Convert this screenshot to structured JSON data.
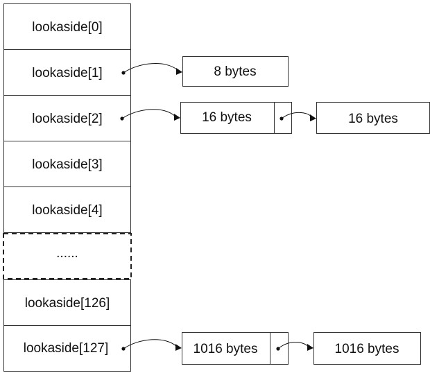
{
  "lookaside_array": {
    "cells": [
      {
        "label": "lookaside[0]"
      },
      {
        "label": "lookaside[1]"
      },
      {
        "label": "lookaside[2]"
      },
      {
        "label": "lookaside[3]"
      },
      {
        "label": "lookaside[4]"
      },
      {
        "label": "......"
      },
      {
        "label": "lookaside[126]"
      },
      {
        "label": "lookaside[127]"
      }
    ]
  },
  "chains": {
    "lookaside_1": {
      "node_1": "8 bytes"
    },
    "lookaside_2": {
      "node_1": "16 bytes",
      "node_2": "16 bytes"
    },
    "lookaside_127": {
      "node_1": "1016 bytes",
      "node_2": "1016 bytes"
    }
  }
}
